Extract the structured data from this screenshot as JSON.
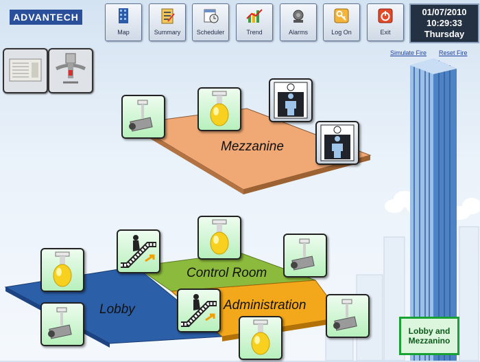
{
  "brand": "ADVANTECH",
  "nav": [
    {
      "label": "Map",
      "icon": "building-icon"
    },
    {
      "label": "Summary",
      "icon": "clipboard-icon"
    },
    {
      "label": "Scheduler",
      "icon": "calendar-clock-icon"
    },
    {
      "label": "Trend",
      "icon": "trend-chart-icon"
    },
    {
      "label": "Alarms",
      "icon": "alarm-bell-icon"
    },
    {
      "label": "Log On",
      "icon": "key-icon"
    },
    {
      "label": "Exit",
      "icon": "power-icon"
    }
  ],
  "clock": {
    "date": "01/07/2010",
    "time": "10:29:33",
    "day": "Thursday"
  },
  "links": {
    "simulate_fire": "Simulate Fire",
    "reset_fire": "Reset Fire"
  },
  "floors": {
    "mezzanine": "Mezzanine",
    "control_room": "Control Room",
    "lobby": "Lobby",
    "administration": "Administration"
  },
  "zone_button": {
    "line1": "Lobby and",
    "line2": "Mezzanino"
  },
  "colors": {
    "mezzanine": "#f0a874",
    "control_room": "#8cba3c",
    "lobby": "#2b5fa8",
    "administration": "#f3a71a",
    "zone_border": "#17a233"
  }
}
